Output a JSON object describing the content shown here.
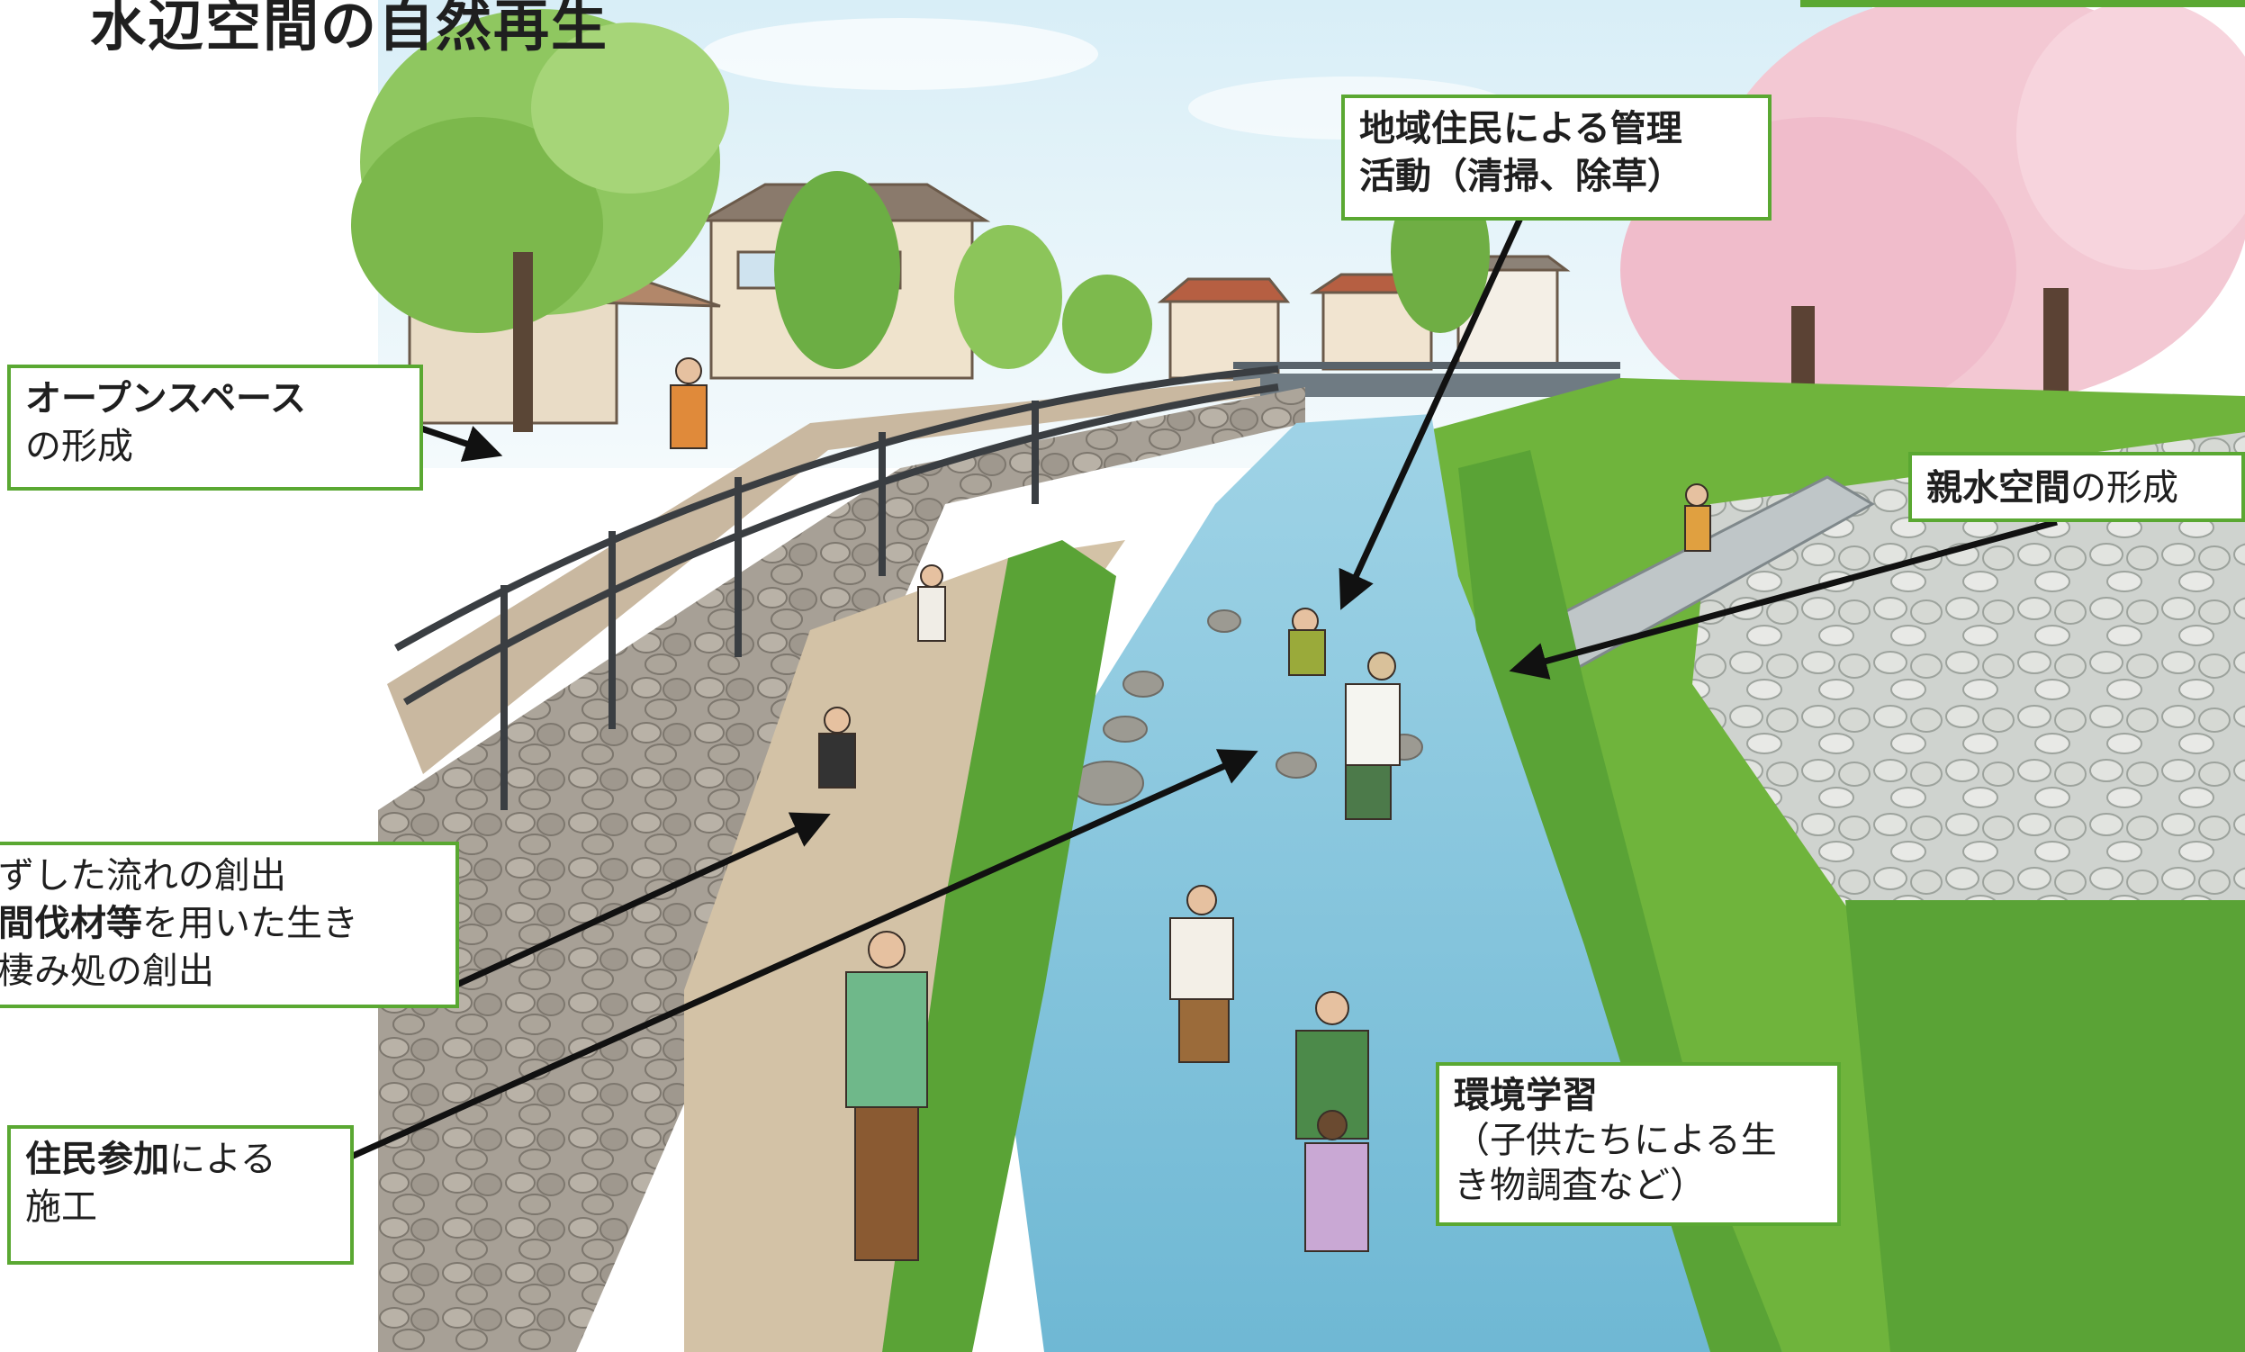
{
  "title": "水辺空間の自然再生",
  "colors": {
    "callout_border": "#5aa832",
    "water": "#7cc3dc",
    "stone_wall": "#a49d92",
    "cherry": "#f3c8d3",
    "grass": "#6fb43c"
  },
  "callouts": {
    "open_space": {
      "bold": "オープンスペース",
      "text": "の形成"
    },
    "management": {
      "line1": "地域住民による管理",
      "line2": "活動（清掃、除草）"
    },
    "water_access": {
      "bold": "親水空間",
      "text": "の形成"
    },
    "flow": {
      "line1": "ずした流れの創出",
      "line2_bold": "間伐材等",
      "line2_text": "を用いた生き",
      "line3": "棲み処の創出"
    },
    "participation": {
      "bold": "住民参加",
      "text": "による",
      "line2": "施工"
    },
    "education": {
      "bold": "環境学習",
      "line2": "（子供たちによる生",
      "line3": "き物調査など）"
    }
  }
}
